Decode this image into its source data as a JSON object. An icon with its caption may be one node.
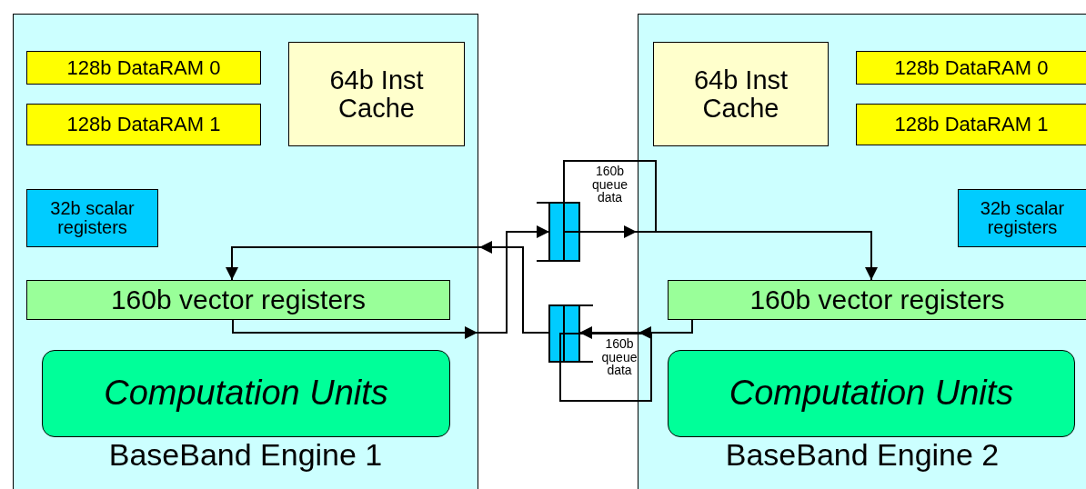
{
  "diagram": {
    "nodes": [
      {
        "text": [
          "BaseBand Engine 1"
        ]
      },
      {
        "text": [
          "128b DataRAM 0"
        ],
        "in": 0
      },
      {
        "text": [
          "128b DataRAM 1"
        ],
        "in": 0
      },
      {
        "text": [
          "64b Inst Cache"
        ],
        "in": 0
      },
      {
        "text": [
          "32b scalar registers"
        ],
        "in": 0
      },
      {
        "text": [
          "160b vector registers"
        ],
        "in": 0
      },
      {
        "text": [
          "Computation Units"
        ],
        "in": 0
      },
      {
        "text": [
          "BaseBand Engine 2"
        ]
      },
      {
        "text": [
          "64b Inst Cache"
        ],
        "in": 7
      },
      {
        "text": [
          "128b DataRAM 0"
        ],
        "in": 7
      },
      {
        "text": [
          "128b DataRAM 1"
        ],
        "in": 7
      },
      {
        "text": [
          "32b scalar registers"
        ],
        "in": 7
      },
      {
        "text": [
          "160b vector registers"
        ],
        "in": 7
      },
      {
        "text": [
          "Computation Units"
        ],
        "in": 7
      },
      {
        "text": [],
        "shape": "bar"
      },
      {
        "text": [
          "160b queue data"
        ]
      },
      {
        "text": [],
        "shape": "bar"
      },
      {
        "text": [
          "160b queue data"
        ]
      }
    ],
    "edges": [
      {
        "from": 5,
        "to": 14,
        "arrow": "to"
      },
      {
        "from": 14,
        "to": 12,
        "arrow": "to"
      },
      {
        "from": 12,
        "to": 16,
        "arrow": "to"
      },
      {
        "from": 16,
        "to": 5,
        "arrow": "to"
      }
    ]
  }
}
